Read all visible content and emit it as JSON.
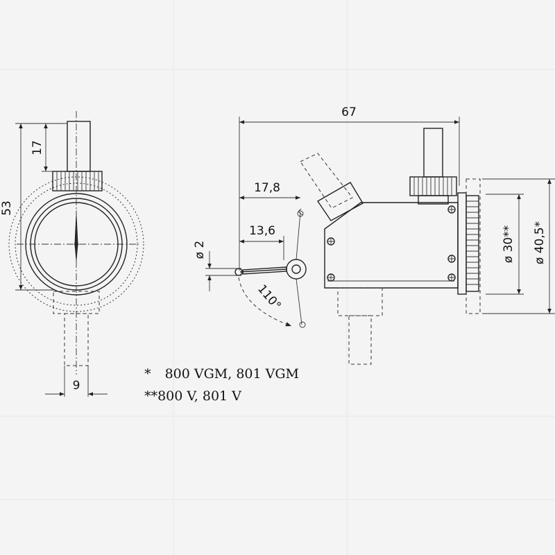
{
  "dimensions": {
    "overall_length": "67",
    "stem_height": "17",
    "total_height": "53",
    "stem_width": "9",
    "contact_length_a": "17,8",
    "contact_length_b": "13,6",
    "ball_diameter": "ø 2",
    "swivel_angle": "110°",
    "dial_diameter_inner": "ø 30**",
    "dial_diameter_outer": "ø 40,5*"
  },
  "notes": [
    {
      "mark": "*",
      "text": "800 VGM, 801 VGM"
    },
    {
      "mark": "**",
      "text": "800 V, 801 V"
    }
  ]
}
